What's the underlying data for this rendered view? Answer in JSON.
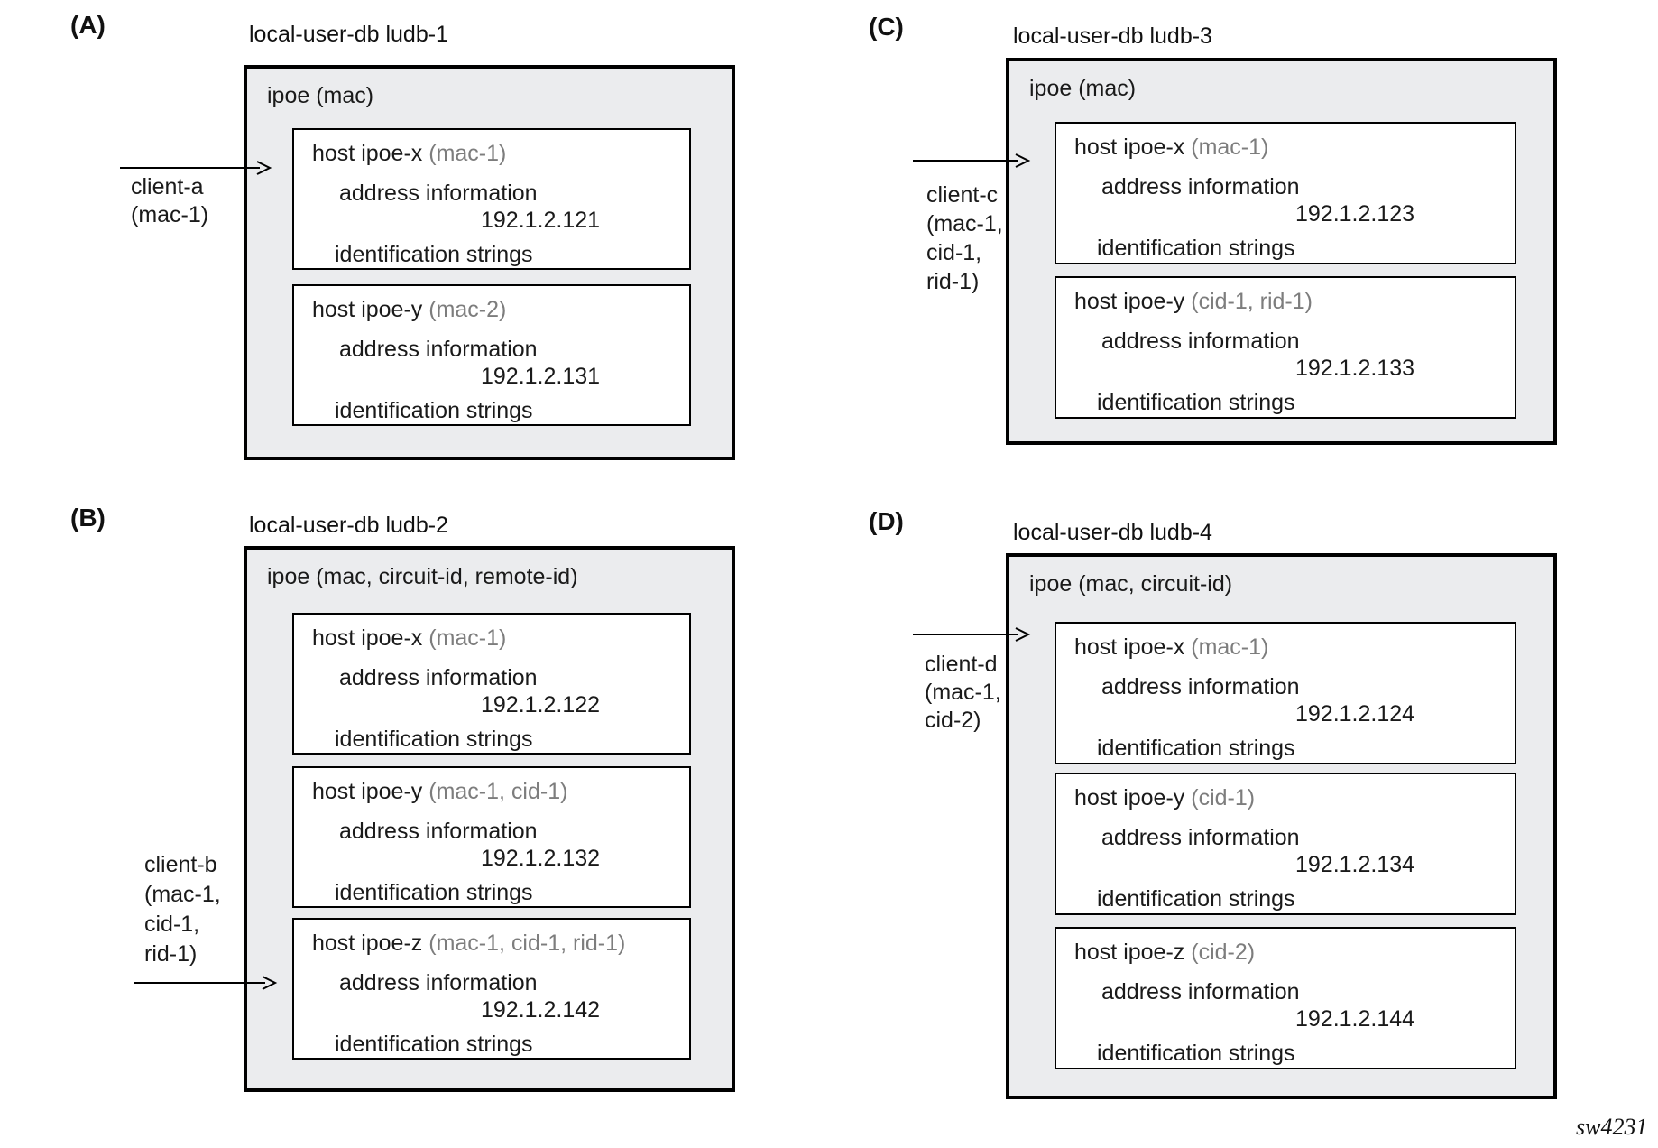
{
  "figure": {
    "watermark": "sw4231",
    "colors": {
      "db_box_fill": "#ebecee",
      "box_border": "#000000",
      "host_box_fill": "#ffffff",
      "text": "#1a1a1a",
      "match_criteria_muted": "#7d7d7d"
    }
  },
  "shared": {
    "address_label": "address information",
    "id_label": "identification strings"
  },
  "panels": [
    {
      "label": "(A)",
      "title": "local-user-db ludb-1",
      "ipoe_header": "ipoe (mac)",
      "client_lines": [
        "client-a",
        "(mac-1)"
      ],
      "arrow_points_to": "host ipoe-x",
      "hosts": [
        {
          "name": "host ipoe-x",
          "match": "(mac-1)",
          "ip": "192.1.2.121"
        },
        {
          "name": "host ipoe-y",
          "match": "(mac-2)",
          "ip": "192.1.2.131"
        }
      ]
    },
    {
      "label": "(B)",
      "title": "local-user-db ludb-2",
      "ipoe_header": "ipoe (mac, circuit-id, remote-id)",
      "client_lines": [
        "client-b",
        "(mac-1,",
        "cid-1,",
        "rid-1)"
      ],
      "arrow_points_to": "host ipoe-z",
      "hosts": [
        {
          "name": "host ipoe-x",
          "match": "(mac-1)",
          "ip": "192.1.2.122"
        },
        {
          "name": "host ipoe-y",
          "match": "(mac-1, cid-1)",
          "ip": "192.1.2.132"
        },
        {
          "name": "host ipoe-z",
          "match": "(mac-1, cid-1, rid-1)",
          "ip": "192.1.2.142"
        }
      ]
    },
    {
      "label": "(C)",
      "title": "local-user-db ludb-3",
      "ipoe_header": "ipoe (mac)",
      "client_lines": [
        "client-c",
        "(mac-1,",
        "cid-1,",
        "rid-1)"
      ],
      "arrow_points_to": "host ipoe-x",
      "hosts": [
        {
          "name": "host ipoe-x",
          "match": "(mac-1)",
          "ip": "192.1.2.123"
        },
        {
          "name": "host ipoe-y",
          "match": "(cid-1, rid-1)",
          "ip": "192.1.2.133"
        }
      ]
    },
    {
      "label": "(D)",
      "title": "local-user-db ludb-4",
      "ipoe_header": "ipoe (mac, circuit-id)",
      "client_lines": [
        "client-d",
        "(mac-1,",
        "cid-2)"
      ],
      "arrow_points_to": "host ipoe-x",
      "hosts": [
        {
          "name": "host ipoe-x",
          "match": "(mac-1)",
          "ip": "192.1.2.124"
        },
        {
          "name": "host ipoe-y",
          "match": "(cid-1)",
          "ip": "192.1.2.134"
        },
        {
          "name": "host ipoe-z",
          "match": "(cid-2)",
          "ip": "192.1.2.144"
        }
      ]
    }
  ]
}
